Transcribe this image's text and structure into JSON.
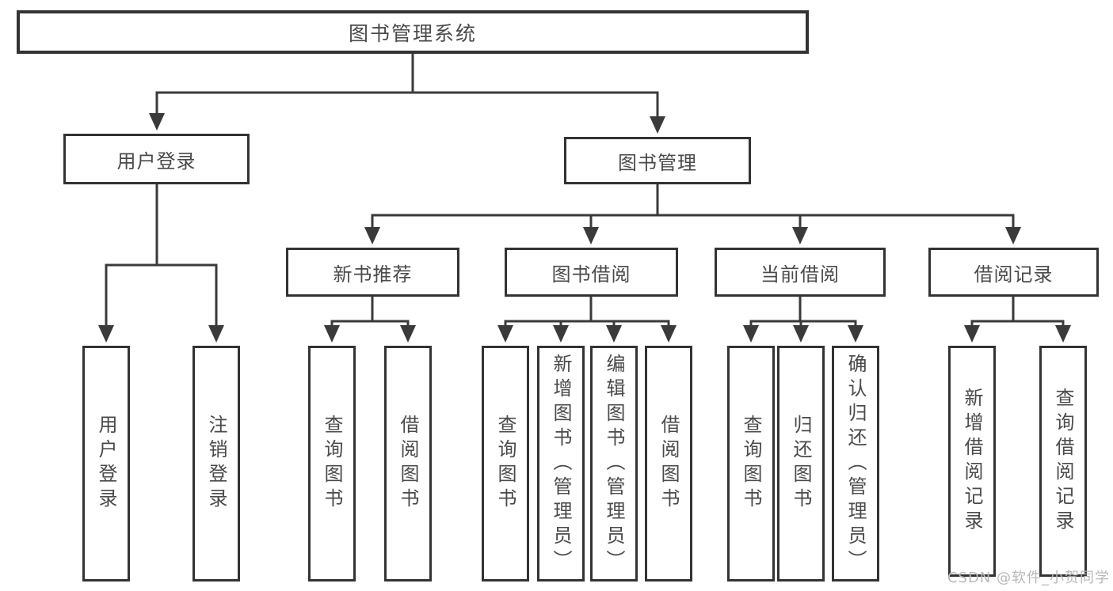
{
  "tree": {
    "root_label": "图书管理系统",
    "branches": [
      {
        "label": "用户登录",
        "children": [
          "用户登录",
          "注销登录"
        ]
      },
      {
        "label": "图书管理",
        "groups": [
          {
            "label": "新书推荐",
            "children": [
              "查询图书",
              "借阅图书"
            ]
          },
          {
            "label": "图书借阅",
            "children": [
              "查询图书",
              "新增图书（管理员）",
              "编辑图书（管理员）",
              "借阅图书"
            ]
          },
          {
            "label": "当前借阅",
            "children": [
              "查询图书",
              "归还图书",
              "确认归还（管理员）"
            ]
          },
          {
            "label": "借阅记录",
            "children": [
              "新增借阅记录",
              "查询借阅记录"
            ]
          }
        ]
      }
    ]
  },
  "watermark": {
    "text": "CSDN @软件_小贺同学"
  },
  "colors": {
    "line": "#3a3a3a",
    "box_border": "#333333",
    "label_text": "#4a4a4a",
    "watermark_text": "#b8b8b8",
    "background": "#ffffff"
  }
}
